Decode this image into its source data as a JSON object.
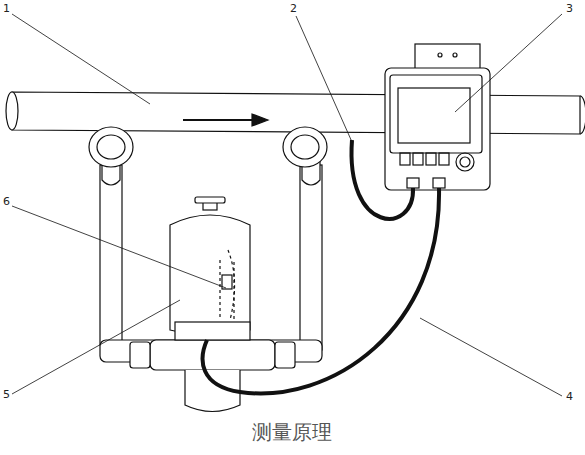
{
  "diagram": {
    "caption": "测量原理",
    "labels": [
      "1",
      "2",
      "3",
      "4",
      "5",
      "6"
    ]
  }
}
